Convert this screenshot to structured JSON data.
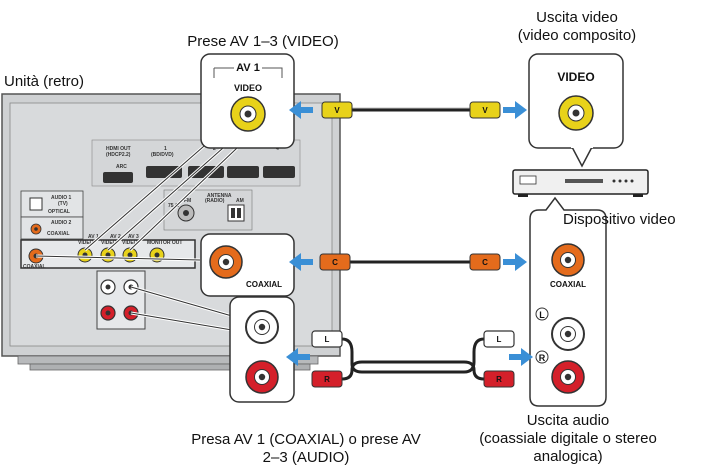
{
  "captions": {
    "unit_rear": "Unità (retro)",
    "av_jacks_video": "Prese AV 1–3 (VIDEO)",
    "video_output_line1": "Uscita video",
    "video_output_line2": "(video composito)",
    "video_device": "Dispositivo video",
    "audio_in_line1": "Presa AV 1 (COAXIAL) o prese AV",
    "audio_in_line2": "2–3 (AUDIO)",
    "audio_out_line1": "Uscita audio",
    "audio_out_line2": "(coassiale digitale o stereo",
    "audio_out_line3": "analogica)"
  },
  "callouts": {
    "av1_label": "AV 1",
    "av1_video": "VIDEO",
    "device_video": "VIDEO",
    "coaxial_left": "COAXIAL",
    "coaxial_right": "COAXIAL",
    "left_channel": "L",
    "right_channel": "R"
  },
  "plugs": {
    "video": "V",
    "coaxial": "C",
    "left": "L",
    "right": "R"
  },
  "panel": {
    "hdmi_out": "HDMI OUT",
    "hdmi_out_sub": "(HDCP2.2)",
    "arc": "ARC",
    "hdmi_1": "1",
    "hdmi_2": "2",
    "hdmi_4": "4",
    "bd_dvd": "(BD/DVD)",
    "antenna": "ANTENNA",
    "radio": "(RADIO)",
    "fm": "FM",
    "am": "AM",
    "ohm": "75 Ω",
    "audio1": "AUDIO 1",
    "tv": "(TV)",
    "optical": "OPTICAL",
    "audio2": "AUDIO 2",
    "coaxial": "COAXIAL",
    "av1": "AV 1",
    "av2": "AV 2",
    "av3": "AV 3",
    "video": "VIDEO",
    "monitor_out": "MONITOR OUT"
  },
  "colors": {
    "arrow_blue": "#3a8fd6",
    "video_yellow": "#e8d21a",
    "coaxial_orange": "#e46b1c",
    "right_red": "#d4202a",
    "panel_gray": "#cfd1d3"
  }
}
